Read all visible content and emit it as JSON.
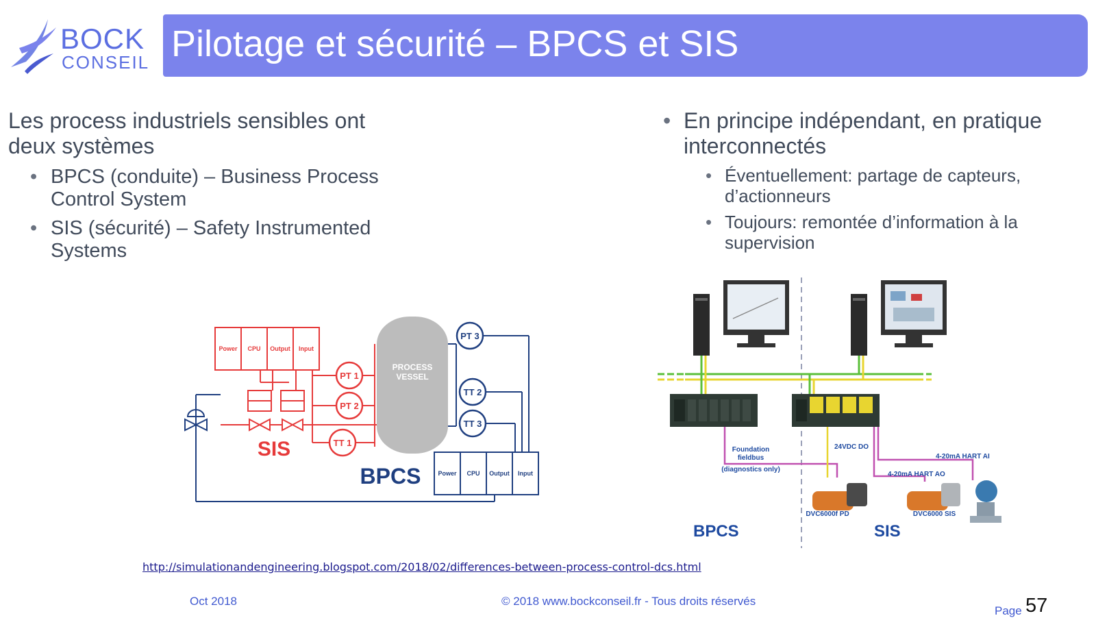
{
  "logo": {
    "line1": "BOCK",
    "line2": "CONSEIL"
  },
  "title": "Pilotage et sécurité – BPCS et SIS",
  "left": {
    "lead": [
      "Les process industriels sensibles ont",
      "deux systèmes"
    ],
    "items": [
      {
        "lines": [
          "BPCS (conduite) – Business Process",
          "Control System"
        ]
      },
      {
        "lines": [
          "SIS (sécurité) – Safety Instrumented",
          "Systems"
        ]
      }
    ]
  },
  "right": {
    "lead": [
      "En principe indépendant, en pratique",
      "interconnectés"
    ],
    "items": [
      {
        "lines": [
          "Éventuellement: partage de capteurs,",
          "d’actionneurs"
        ]
      },
      {
        "lines": [
          "Toujours: remontée d’information à la",
          "supervision"
        ]
      }
    ]
  },
  "diagram_left": {
    "sis_modules": [
      "Power",
      "CPU",
      "Output",
      "Input"
    ],
    "bpcs_modules": [
      "Power",
      "CPU",
      "Output",
      "Input"
    ],
    "vessel_label": [
      "PROCESS",
      "VESSEL"
    ],
    "sensors_sis": [
      "PT 1",
      "PT 2",
      "TT 1"
    ],
    "sensors_bpcs": [
      "PT 3",
      "TT 2",
      "TT 3"
    ],
    "sis_label": "SIS",
    "bpcs_label": "BPCS",
    "colors": {
      "sis": "#e63a3a",
      "bpcs": "#1f3f80",
      "vessel": "#bcbcbc"
    }
  },
  "diagram_right": {
    "bpcs_label": "BPCS",
    "sis_label": "SIS",
    "fieldbus": [
      "Foundation",
      "fieldbus",
      "(diagnostics only)"
    ],
    "do_label": "24VDC DO",
    "ao_label": "4-20mA HART AO",
    "ai_label": "4-20mA HART AI",
    "valve1": "DVC6000f PD",
    "valve2": "DVC6000 SIS",
    "colors": {
      "label": "#1e4aa0",
      "bus_green": "#5bbf3a",
      "bus_yellow": "#e8d530",
      "magenta": "#c050b0"
    }
  },
  "credit_link": "http://simulationandengineering.blogspot.com/2018/02/differences-between-process-control-dcs.html",
  "footer": {
    "date": "Oct 2018",
    "copyright": "© 2018 www.bockconseil.fr - Tous droits réservés",
    "page_label": "Page",
    "page_number": "57"
  }
}
